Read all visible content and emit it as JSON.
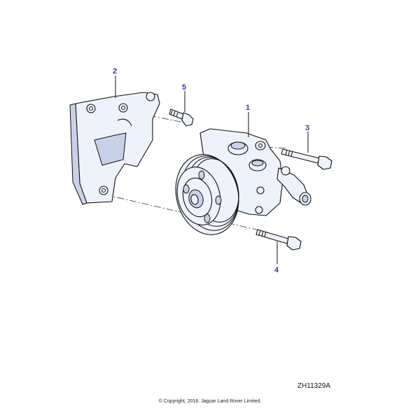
{
  "callouts": [
    {
      "id": "2",
      "label": "2"
    },
    {
      "id": "5",
      "label": "5"
    },
    {
      "id": "1",
      "label": "1"
    },
    {
      "id": "3",
      "label": "3"
    },
    {
      "id": "4",
      "label": "4"
    }
  ],
  "reference_code": "ZH11329A",
  "copyright": "© Copyright, 2016. Jaguar Land Rover Limited.",
  "colors": {
    "callout": "#2a3f9e",
    "part_fill": "#eef2fa",
    "part_shade": "#c7d2e8"
  }
}
